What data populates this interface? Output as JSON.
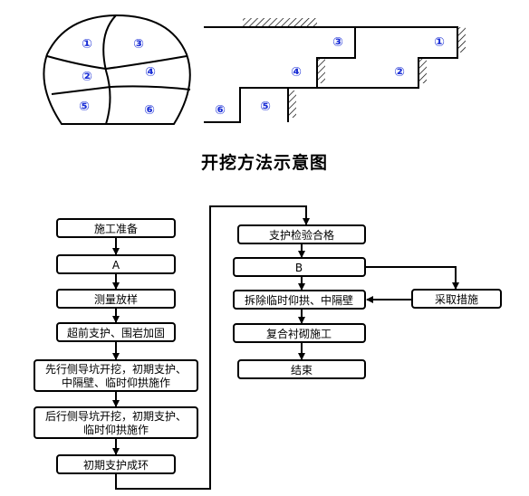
{
  "caption": "开挖方法示意图",
  "section_labels": {
    "s1": "①",
    "s2": "②",
    "s3": "③",
    "s4": "④",
    "s5": "⑤",
    "s6": "⑥"
  },
  "flow_left": {
    "step1": "施工准备",
    "step2": "A",
    "step3": "测量放样",
    "step4": "超前支护、围岩加固",
    "step5_line1": "先行侧导坑开挖，初期支护、",
    "step5_line2": "中隔壁、临时仰拱施作",
    "step6_line1": "后行侧导坑开挖，初期支护、",
    "step6_line2": "临时仰拱施作",
    "step7": "初期支护成环"
  },
  "flow_right": {
    "step8": "支护检验合格",
    "step9": "B",
    "step10": "拆除临时仰拱、中隔壁",
    "step11": "复合衬砌施工",
    "step12": "结束",
    "side_step": "采取措施"
  },
  "colors": {
    "section_mark": "#1b2fd6",
    "line": "#000000"
  }
}
